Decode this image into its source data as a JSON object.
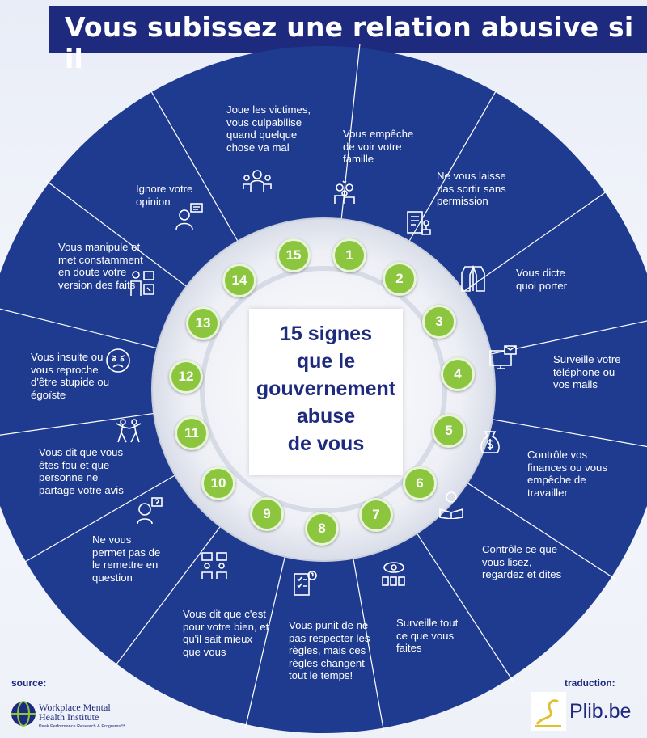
{
  "title": "Vous subissez une relation abusive si il",
  "center_text": "15 signes\nque le\ngouvernement\nabuse\nde vous",
  "colors": {
    "navy": "#1e2a7e",
    "green": "#8cc63f",
    "wheel": "#1f3b8f"
  },
  "signs": [
    {
      "number": "1",
      "text": "Vous empêche de voir votre famille",
      "icon": "family-icon"
    },
    {
      "number": "2",
      "text": "Ne vous laisse pas sortir sans permission",
      "icon": "document-stamp-icon"
    },
    {
      "number": "3",
      "text": "Vous dicte quoi porter",
      "icon": "jacket-icon"
    },
    {
      "number": "4",
      "text": "Surveille votre téléphone ou vos mails",
      "icon": "computer-mail-icon"
    },
    {
      "number": "5",
      "text": "Contrôle vos finances ou vous empêche de travailler",
      "icon": "money-bag-icon"
    },
    {
      "number": "6",
      "text": "Contrôle ce que vous lisez, regardez et dites",
      "icon": "reader-icon"
    },
    {
      "number": "7",
      "text": "Surveille tout ce que vous faites",
      "icon": "surveillance-icon"
    },
    {
      "number": "8",
      "text": "Vous punit de ne pas respecter les règles, mais ces règles changent tout le temps!",
      "icon": "rules-checklist-icon"
    },
    {
      "number": "9",
      "text": "Vous dit que c'est pour votre bien, et qu'il sait mieux que vous",
      "icon": "conversation-icon"
    },
    {
      "number": "10",
      "text": "Ne vous permet pas de le remettre en question",
      "icon": "question-person-icon"
    },
    {
      "number": "11",
      "text": "Vous dit que vous êtes fou et que personne ne partage votre avis",
      "icon": "dancing-people-icon"
    },
    {
      "number": "12",
      "text": "Vous insulte ou vous reproche d'être stupide ou égoïste",
      "icon": "angry-face-icon"
    },
    {
      "number": "13",
      "text": "Vous manipule et met constamment en doute votre version des faits",
      "icon": "manipulation-icon"
    },
    {
      "number": "14",
      "text": "Ignore votre opinion",
      "icon": "person-speech-icon"
    },
    {
      "number": "15",
      "text": "Joue les victimes, vous culpabilise quand quelque chose va mal",
      "icon": "victim-group-icon"
    }
  ],
  "footer": {
    "source_label": "source:",
    "source_org": "Workplace Mental\nHealth Institute",
    "source_tagline": "Peak Performance Research & Programs™",
    "translation_label": "traduction:",
    "translation_org": "Plib.be"
  }
}
